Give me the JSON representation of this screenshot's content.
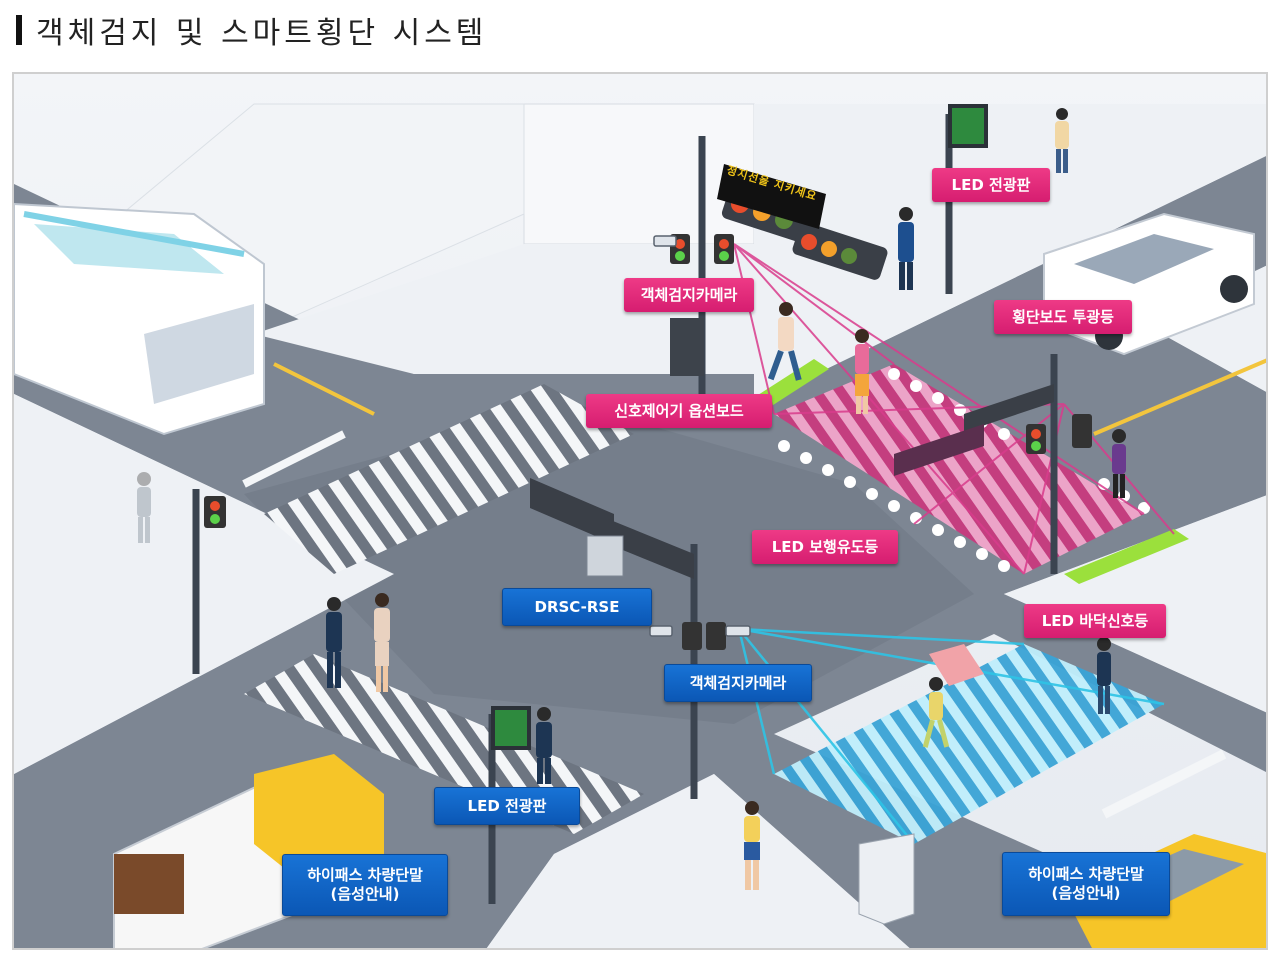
{
  "title": "객체검지 및 스마트횡단 시스템",
  "vms_sign_text": "정지선을 지키세요",
  "labels": {
    "led_board_top": "LED 전광판",
    "object_camera_top": "객체검지카메라",
    "crosswalk_floodlight": "횡단보도 투광등",
    "signal_controller_board": "신호제어기 옵션보드",
    "led_guide_light": "LED 보행유도등",
    "drsc_rse": "DRSC-RSE",
    "led_floor_signal": "LED 바닥신호등",
    "object_camera_bottom": "객체검지카메라",
    "led_board_bottom": "LED 전광판",
    "hipass_left": "하이패스 차량단말\n(음성안내)",
    "hipass_right": "하이패스 차량단말\n(음성안내)"
  },
  "colors": {
    "pink": "#e0277a",
    "blue": "#0f63c4",
    "road": "#7c8592",
    "sidewalk": "#e9edf2",
    "cyan_zone": "#2ec4e6",
    "magenta_zone": "#d93c8c",
    "green_light": "#9be03c"
  },
  "icons": [
    "traffic-light-icon",
    "camera-icon",
    "pedestrian-icon",
    "bus-icon",
    "car-icon",
    "truck-icon"
  ]
}
